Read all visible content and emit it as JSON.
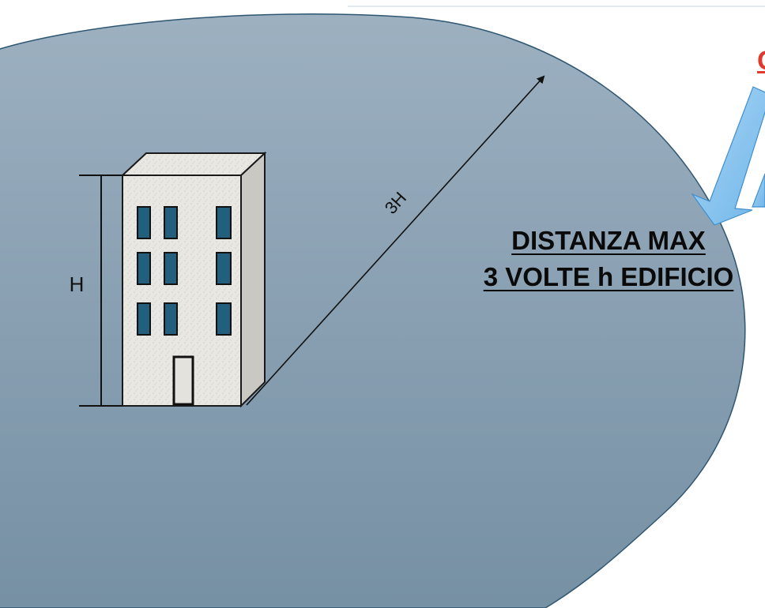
{
  "diagram": {
    "height_label": "H",
    "radius_label": "3H",
    "caption_line1": "DISTANZA MAX",
    "caption_line2": "3 VOLTE h EDIFICIO",
    "top_right_fragment": "C"
  },
  "colors": {
    "area_fill_top": "#9aaebe",
    "area_fill_bottom": "#7690a4",
    "area_stroke": "#2f5670",
    "window": "#215f7c",
    "building_face": "#e7e6e1",
    "callout_arrow": "#86c3ef",
    "accent_red": "#e03a2c"
  },
  "icons": [
    "building-icon",
    "callout-arrow-icon"
  ]
}
